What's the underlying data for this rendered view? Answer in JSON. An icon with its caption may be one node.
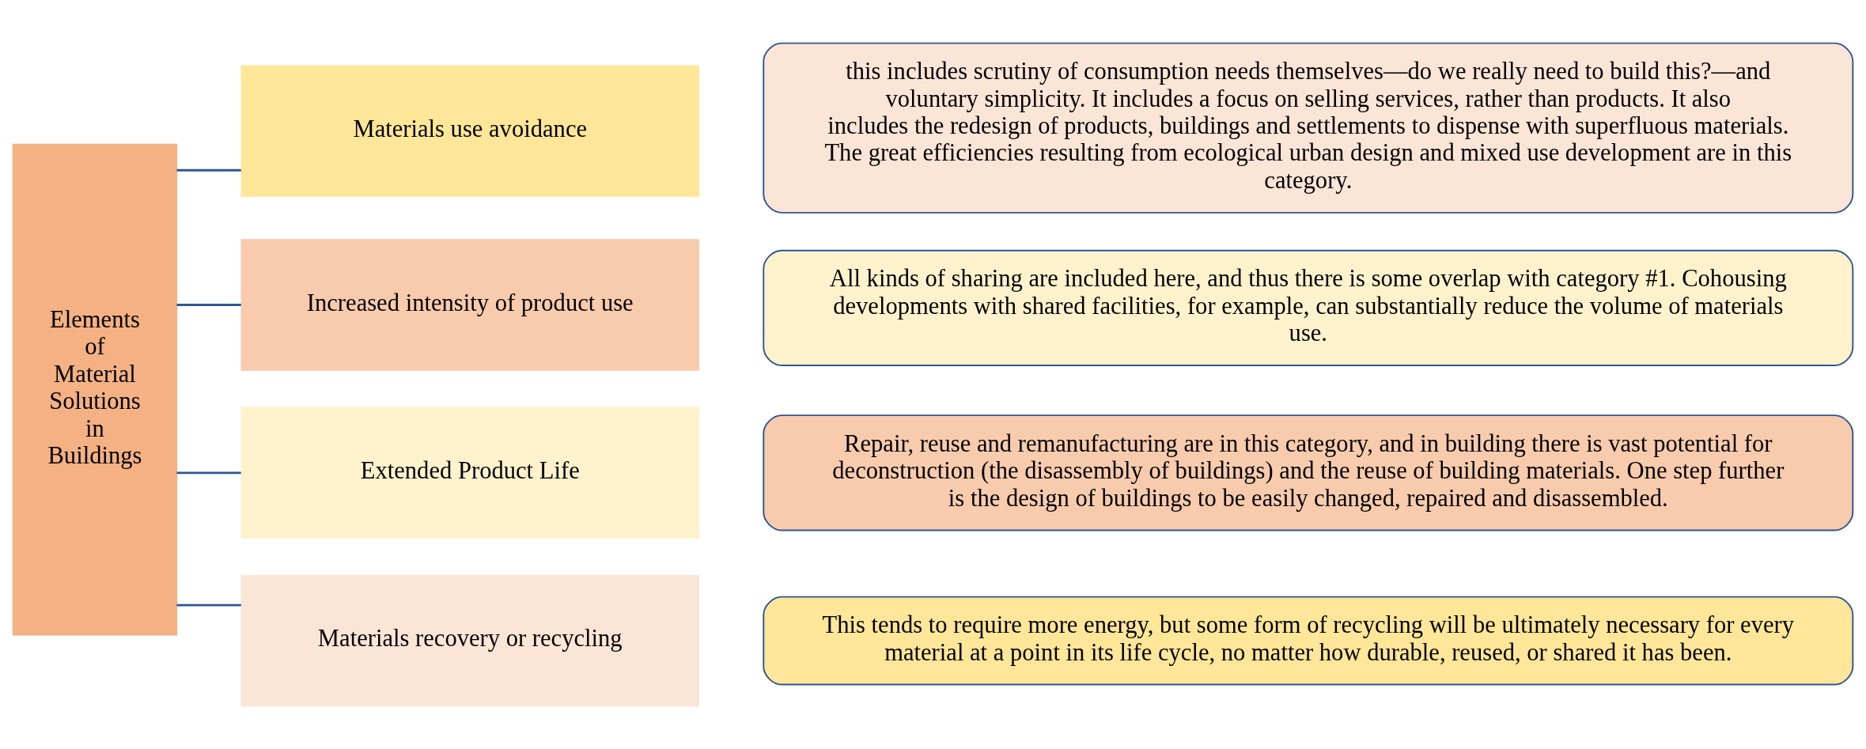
{
  "diagram": {
    "nodes": [
      {
        "text": [
          "Elements of Material Solutions in Buildings"
        ]
      },
      {
        "text": [
          "Materials use avoidance"
        ]
      },
      {
        "text": [
          "Increased intensity of product use"
        ]
      },
      {
        "text": [
          "Extended Product Life"
        ]
      },
      {
        "text": [
          "Materials recovery or recycling"
        ]
      },
      {
        "text": [
          "this includes scrutiny of consumption needs themselves—do we really need to build this?—and voluntary simplicity. It includes a focus on selling services, rather than products. It also includes the redesign of products, buildings and settlements to dispense with superfluous materials. The great efficiencies resulting from ecological urban design and mixed use development are in this category."
        ]
      },
      {
        "text": [
          "All kinds of sharing are included here, and thus there is some overlap with category #1. Cohousing developments with shared facilities, for example, can substantially reduce the volume of materials use."
        ]
      },
      {
        "text": [
          "Repair, reuse and remanufacturing are in this category, and in building there is vast potential for deconstruction (the disassembly of buildings) and the reuse of building materials. One step further is the design of buildings to be easily changed, repaired and disassembled."
        ]
      },
      {
        "text": [
          "This tends to require more energy, but some form of recycling will be ultimately necessary for every material at a point in its life cycle, no matter how durable, reused, or shared it has been."
        ]
      }
    ],
    "edges": [
      {
        "from": 0,
        "to": 1,
        "arrow": "none"
      },
      {
        "from": 0,
        "to": 2,
        "arrow": "none"
      },
      {
        "from": 0,
        "to": 3,
        "arrow": "none"
      },
      {
        "from": 0,
        "to": 4,
        "arrow": "none"
      }
    ]
  }
}
